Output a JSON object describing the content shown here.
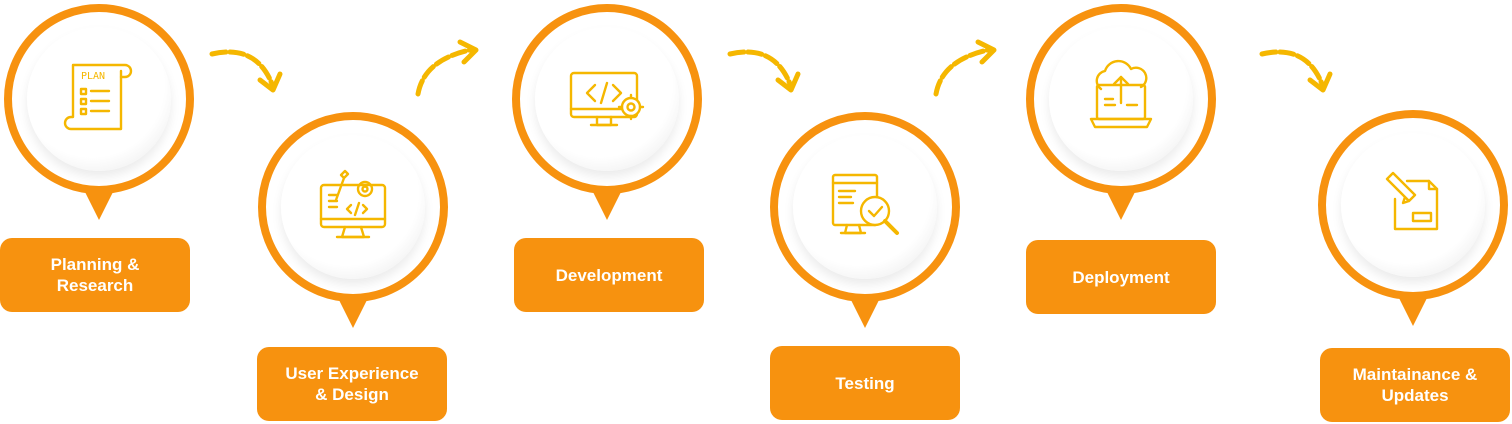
{
  "steps": [
    {
      "label": "Planning &\nResearch",
      "icon": "plan-document-icon",
      "icon_text": "PLAN"
    },
    {
      "label": "User Experience\n& Design",
      "icon": "design-monitor-icon"
    },
    {
      "label": "Development",
      "icon": "code-monitor-icon"
    },
    {
      "label": "Testing",
      "icon": "magnifier-check-icon"
    },
    {
      "label": "Deployment",
      "icon": "cloud-upload-laptop-icon"
    },
    {
      "label": "Maintainance &\nUpdates",
      "icon": "edit-document-icon"
    }
  ],
  "colors": {
    "accent": "#f7920f",
    "icon": "#f5b700",
    "text_on_accent": "#ffffff"
  }
}
